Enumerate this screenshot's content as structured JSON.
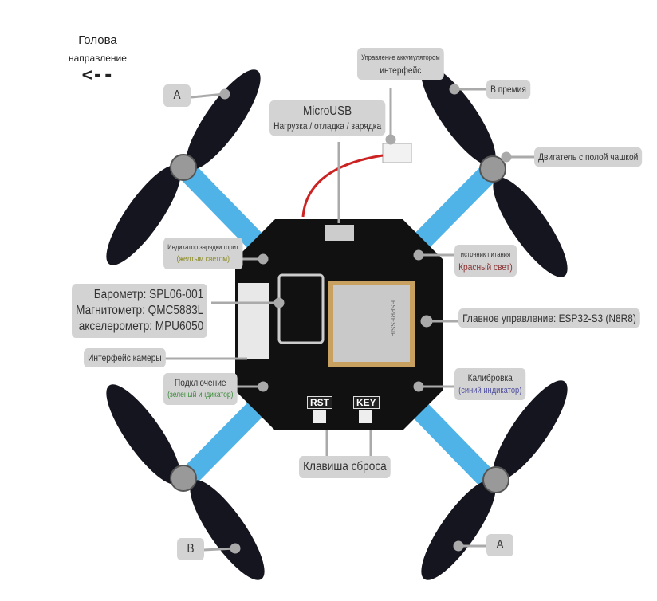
{
  "direction": {
    "line1": "Голова",
    "line2": "направление",
    "arrow": "<--"
  },
  "labels": {
    "prop_a_top": "A",
    "prop_b_bottom": "B",
    "prop_a_bottom": "A",
    "battery_title": "Управление аккумулятором",
    "battery_sub": "интерфейс",
    "usb_title": "MicroUSB",
    "usb_sub": "Нагрузка / отладка / зарядка",
    "prop_top_right": "В премия",
    "motor": "Двигатель с полой чашкой",
    "charge_led_title": "Индикатор зарядки горит",
    "charge_led_sub": "(желтым светом)",
    "sensors": [
      "Барометр: SPL06-001",
      "Магнитометр: QMC5883L",
      "акселерометр: MPU6050"
    ],
    "camera": "Интерфейс камеры",
    "connect_title": "Подключение",
    "connect_sub": "(зеленый индикатор)",
    "power_title": "источник питания",
    "power_sub": "Красный свет)",
    "mcu": "Главное управление: ESP32-S3 (N8R8)",
    "calib_title": "Калибровка",
    "calib_sub": "(синий индикатор)",
    "reset": "Клавиша сброса"
  },
  "board": {
    "rst": "RST",
    "key": "KEY",
    "module": "ESPRESSIF"
  },
  "colors": {
    "arm": "#4fb3e8",
    "board": "#111111",
    "propeller": "#15151f",
    "label_bg": "#d3d3d3",
    "yellow": "#8a8a20",
    "green": "#3a8a3a",
    "red": "#8a3030",
    "blue": "#5050a0"
  }
}
